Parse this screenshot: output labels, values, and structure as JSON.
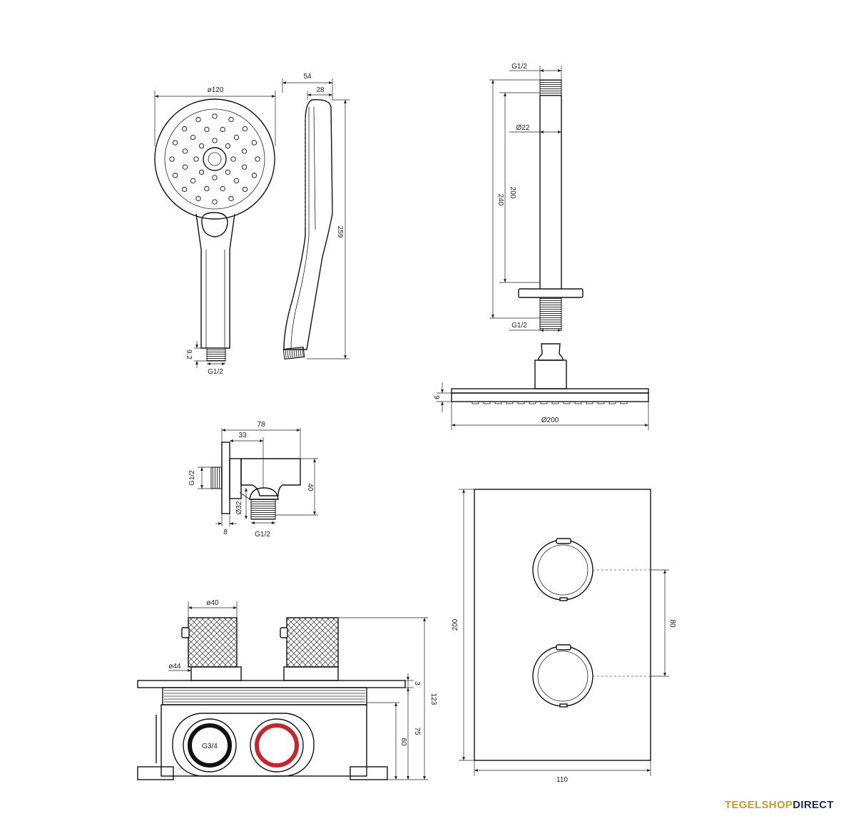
{
  "handshower": {
    "diameter": "ø120",
    "depth": "54",
    "thickness": "28",
    "length": "259",
    "thread_len": "9.2",
    "thread": "G1/2"
  },
  "arm": {
    "thread_top": "G1/2",
    "diameter": "Ø22",
    "len_inner": "200",
    "len_total": "240",
    "thread_bottom": "G1/2"
  },
  "head": {
    "height": "9",
    "diameter": "Ø200"
  },
  "elbow": {
    "width": "78",
    "offset": "33",
    "thread_side": "G1/2",
    "height": "40",
    "diameter": "Ø32",
    "plate": "8",
    "thread_bottom": "G1/2"
  },
  "valve": {
    "knob_d": "ø40",
    "rosette_d": "ø44",
    "gap": "3",
    "total_h": "123",
    "body_h": "75",
    "port_h": "60",
    "port": "G3/4"
  },
  "plate": {
    "height": "200",
    "spacing": "80",
    "width": "110"
  },
  "logo": {
    "part1": "TEGELSHOP",
    "part2": "DIRECT"
  },
  "colors": {
    "line": "#111111",
    "hot_port": "#c0282d",
    "logo_gold": "#c79a2e",
    "logo_navy": "#1f2c4c"
  }
}
